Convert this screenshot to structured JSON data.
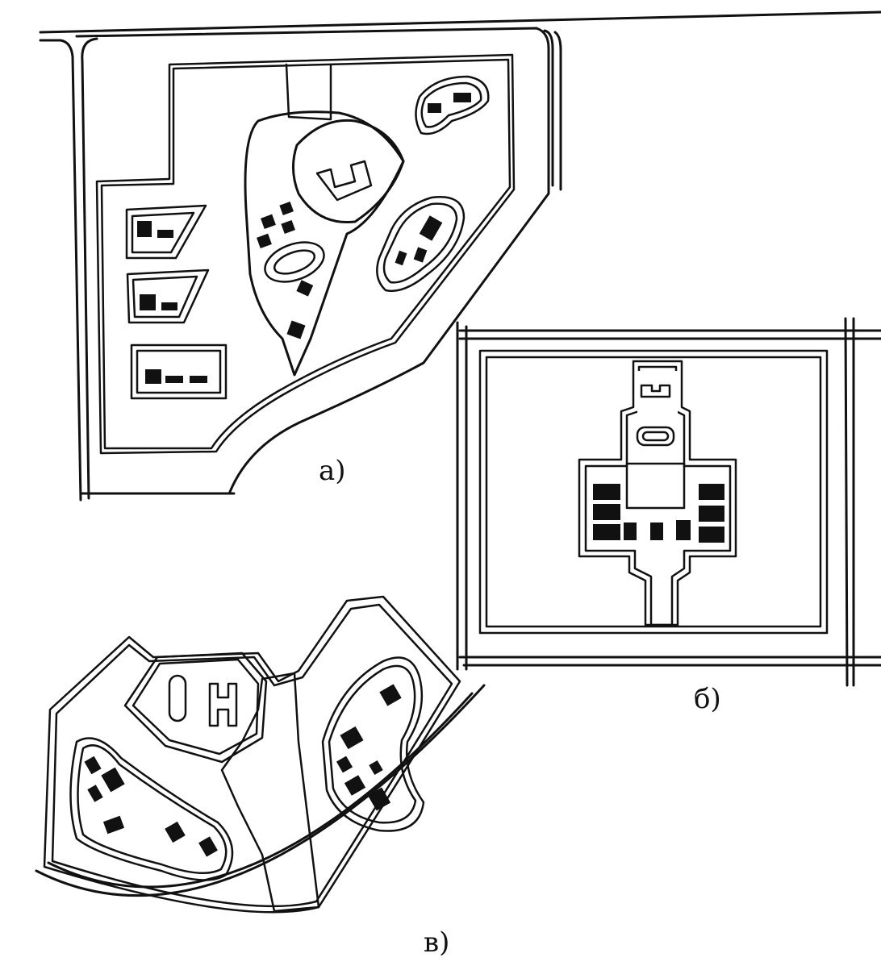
{
  "diagram": {
    "panels": [
      {
        "id": "a",
        "label": "а)"
      },
      {
        "id": "b",
        "label": "б)"
      },
      {
        "id": "v",
        "label": "в)"
      }
    ],
    "colors": {
      "ink": "#111111",
      "paper": "#ffffff"
    }
  }
}
